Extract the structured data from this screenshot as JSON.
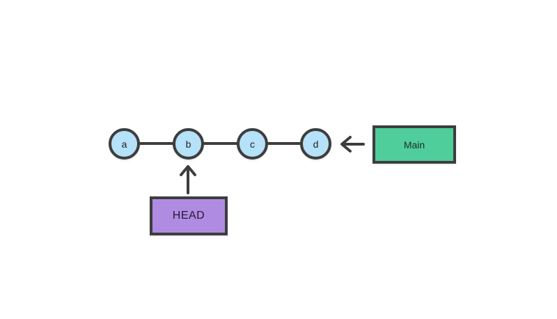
{
  "diagram": {
    "kind": "git-commit-graph",
    "nodes": [
      {
        "id": "a",
        "label": "a"
      },
      {
        "id": "b",
        "label": "b"
      },
      {
        "id": "c",
        "label": "c"
      },
      {
        "id": "d",
        "label": "d"
      }
    ],
    "edges": [
      {
        "from": "a",
        "to": "b"
      },
      {
        "from": "b",
        "to": "c"
      },
      {
        "from": "c",
        "to": "d"
      }
    ],
    "pointers": [
      {
        "label": "Main",
        "points_to": "d",
        "arrow_direction": "left"
      },
      {
        "label": "HEAD",
        "points_to": "b",
        "arrow_direction": "up"
      }
    ],
    "colors": {
      "node_fill": "#b5e1f9",
      "stroke": "#3d3d3d",
      "main_fill": "#4fce9b",
      "head_fill": "#b08be2",
      "background": "#ffffff"
    }
  }
}
